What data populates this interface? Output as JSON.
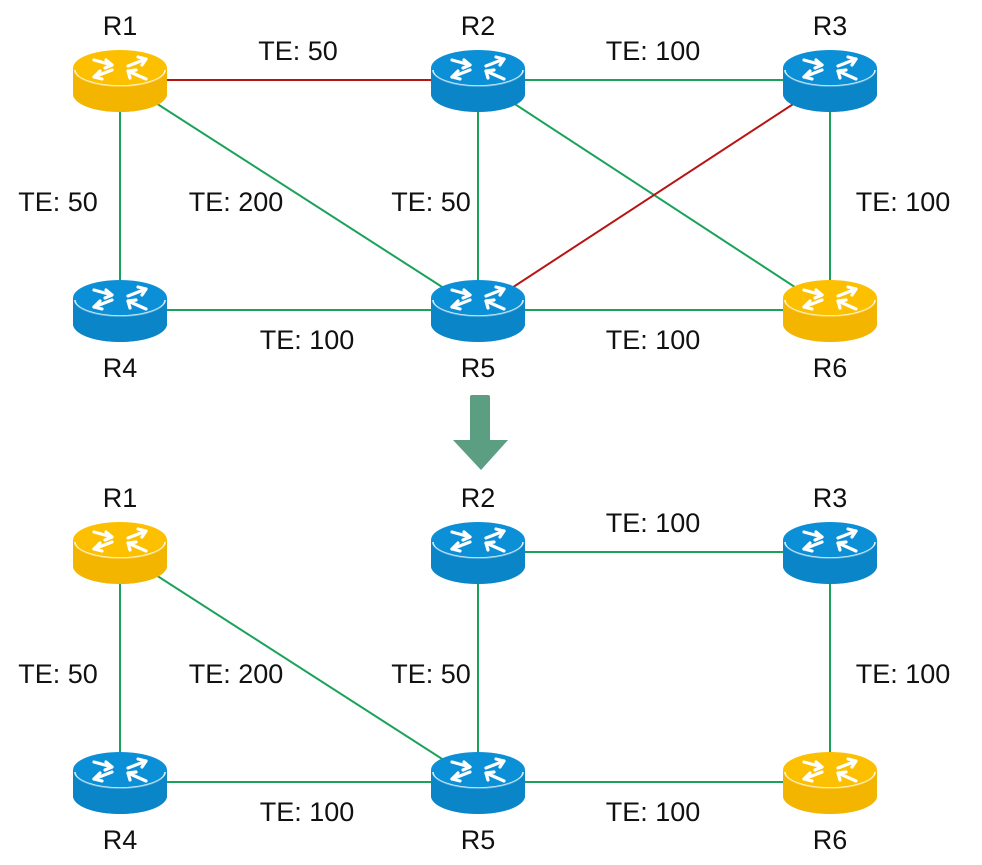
{
  "colors": {
    "normal_link": "#1aa25a",
    "pruned_link": "#b81414",
    "router_blue": "#0b8fd6",
    "router_blue_dark": "#0a78b8",
    "router_yellow": "#fcc000",
    "router_yellow_dark": "#eaa800",
    "arrow": "#5b9e82"
  },
  "diagrams": [
    {
      "id": "before",
      "routers": [
        {
          "name": "R1",
          "color": "yellow"
        },
        {
          "name": "R2",
          "color": "blue"
        },
        {
          "name": "R3",
          "color": "blue"
        },
        {
          "name": "R4",
          "color": "blue"
        },
        {
          "name": "R5",
          "color": "blue"
        },
        {
          "name": "R6",
          "color": "yellow"
        }
      ],
      "links": [
        {
          "from": "R1",
          "to": "R2",
          "label": "TE: 50",
          "status": "pruned"
        },
        {
          "from": "R2",
          "to": "R3",
          "label": "TE: 100",
          "status": "normal"
        },
        {
          "from": "R1",
          "to": "R4",
          "label": "TE: 50",
          "status": "normal"
        },
        {
          "from": "R1",
          "to": "R5",
          "label": "TE: 200",
          "status": "normal"
        },
        {
          "from": "R2",
          "to": "R5",
          "label": "TE: 50",
          "status": "normal"
        },
        {
          "from": "R3",
          "to": "R6",
          "label": "TE: 100",
          "status": "normal"
        },
        {
          "from": "R2",
          "to": "R6",
          "label": "",
          "status": "normal"
        },
        {
          "from": "R3",
          "to": "R5",
          "label": "",
          "status": "pruned"
        },
        {
          "from": "R4",
          "to": "R5",
          "label": "TE: 100",
          "status": "normal"
        },
        {
          "from": "R5",
          "to": "R6",
          "label": "TE: 100",
          "status": "normal"
        }
      ]
    },
    {
      "id": "after",
      "routers": [
        {
          "name": "R1",
          "color": "yellow"
        },
        {
          "name": "R2",
          "color": "blue"
        },
        {
          "name": "R3",
          "color": "blue"
        },
        {
          "name": "R4",
          "color": "blue"
        },
        {
          "name": "R5",
          "color": "blue"
        },
        {
          "name": "R6",
          "color": "yellow"
        }
      ],
      "links": [
        {
          "from": "R2",
          "to": "R3",
          "label": "TE: 100",
          "status": "normal"
        },
        {
          "from": "R1",
          "to": "R4",
          "label": "TE: 50",
          "status": "normal"
        },
        {
          "from": "R1",
          "to": "R5",
          "label": "TE: 200",
          "status": "normal"
        },
        {
          "from": "R2",
          "to": "R5",
          "label": "TE: 50",
          "status": "normal"
        },
        {
          "from": "R3",
          "to": "R6",
          "label": "TE: 100",
          "status": "normal"
        },
        {
          "from": "R4",
          "to": "R5",
          "label": "TE: 100",
          "status": "normal"
        },
        {
          "from": "R5",
          "to": "R6",
          "label": "TE: 100",
          "status": "normal"
        }
      ]
    }
  ],
  "transition_arrow": "down-arrow-icon"
}
